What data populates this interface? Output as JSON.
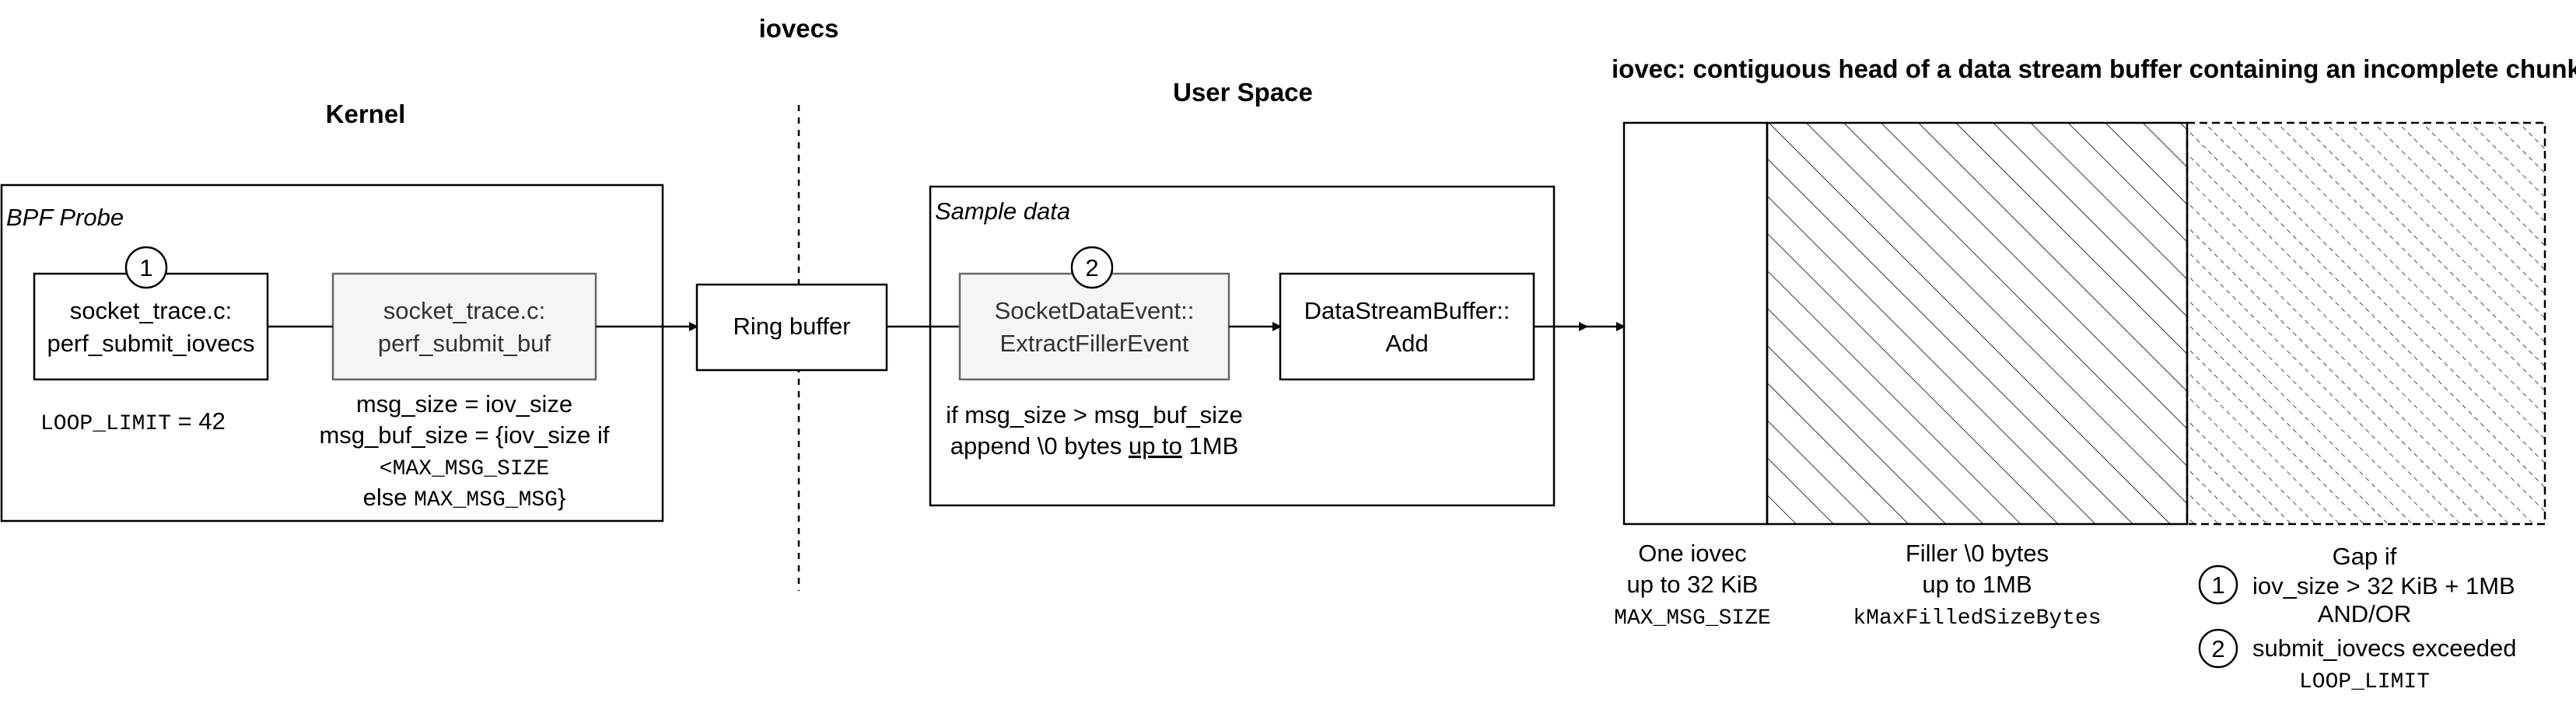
{
  "headings": {
    "kernel": "Kernel",
    "iovecs": "iovecs",
    "user_space": "User Space",
    "iovec_layout": "iovec: contiguous head of a data stream buffer containing an incomplete chunk"
  },
  "kernel_box": {
    "label": "BPF Probe",
    "perf_submit_iovecs": {
      "step": "1",
      "line1": "socket_trace.c:",
      "line2": "perf_submit_iovecs"
    },
    "perf_submit_buf": {
      "line1": "socket_trace.c:",
      "line2": "perf_submit_buf"
    },
    "loop_limit": {
      "code": "LOOP_LIMIT",
      "text": " = 42"
    },
    "msg_notes": {
      "line1": "msg_size = iov_size",
      "line2": "msg_buf_size = {iov_size if",
      "line3": "<MAX_MSG_SIZE",
      "line4_prefix": "else ",
      "line4_code": "MAX_MSG_MSG",
      "line4_suffix": "}"
    }
  },
  "ring_buffer": {
    "label": "Ring buffer"
  },
  "user_box": {
    "label": "Sample data",
    "extract_filler": {
      "step": "2",
      "line1": "SocketDataEvent::",
      "line2": "ExtractFillerEvent"
    },
    "data_stream_buffer": {
      "line1": "DataStreamBuffer::",
      "line2": "Add"
    },
    "note": {
      "line1": "if msg_size > msg_buf_size",
      "line2_prefix": "append \\0 bytes ",
      "line2_underlined": "up to",
      "line2_suffix": " 1MB"
    }
  },
  "segments": {
    "one_iovec": {
      "line1": "One iovec",
      "line2": "up to 32 KiB",
      "code": "MAX_MSG_SIZE"
    },
    "filler": {
      "line1": "Filler \\0 bytes",
      "line2": "up to 1MB",
      "code": "kMaxFilledSizeBytes"
    },
    "gap": {
      "line1": "Gap if",
      "item1_step": "1",
      "item1_text": "iov_size > 32 KiB + 1MB",
      "and_or": "AND/OR",
      "item2_step": "2",
      "item2_text": "submit_iovecs exceeded",
      "code": "LOOP_LIMIT"
    }
  }
}
